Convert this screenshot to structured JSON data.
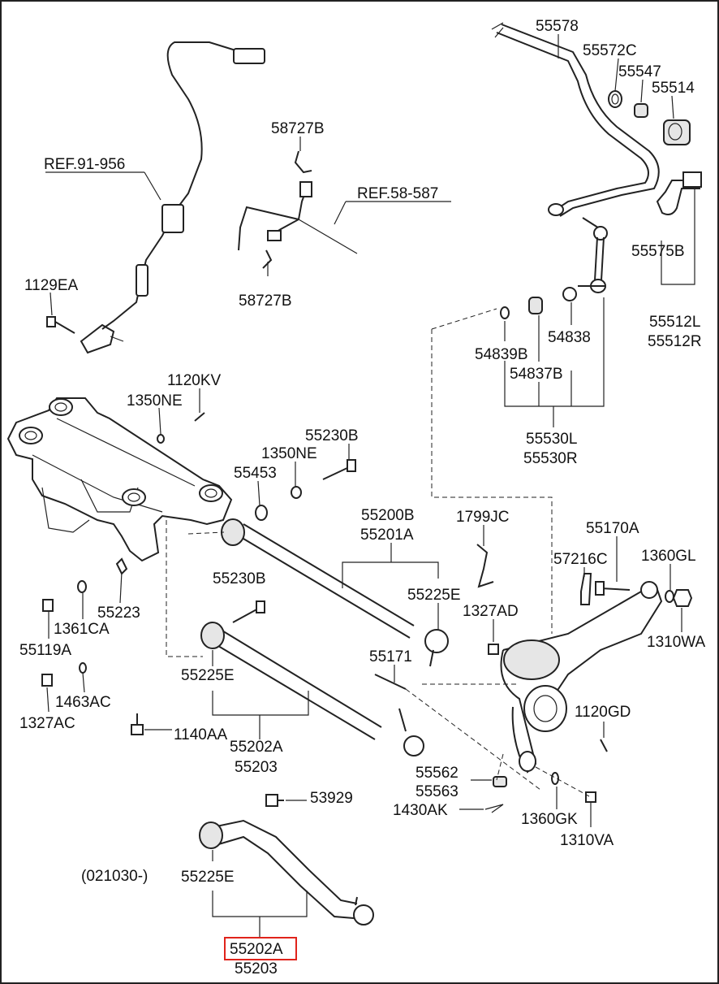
{
  "labels": {
    "p55578": "55578",
    "p55572c": "55572C",
    "p55547": "55547",
    "p55514": "55514",
    "p55575b": "55575B",
    "p55512l": "55512L",
    "p55512r": "55512R",
    "p54839b": "54839B",
    "p54837b": "54837B",
    "p54838": "54838",
    "p55530l": "55530L",
    "p55530r": "55530R",
    "ref91956": "REF.91-956",
    "ref58587": "REF.58-587",
    "p58727b_top": "58727B",
    "p58727b_bot": "58727B",
    "p1129ea": "1129EA",
    "p1120kv": "1120KV",
    "p1350ne_a": "1350NE",
    "p1350ne_b": "1350NE",
    "p55230b_a": "55230B",
    "p55230b_b": "55230B",
    "p55453": "55453",
    "p55200b": "55200B",
    "p55201a": "55201A",
    "p1799jc": "1799JC",
    "p55225e_a": "55225E",
    "p55225e_b": "55225E",
    "p55225e_c": "55225E",
    "p55170a": "55170A",
    "p57216c": "57216C",
    "p1360gl": "1360GL",
    "p1310wa": "1310WA",
    "p1327ad": "1327AD",
    "p55171": "55171",
    "p55223": "55223",
    "p1361ca": "1361CA",
    "p55119a": "55119A",
    "p1463ac": "1463AC",
    "p1327ac": "1327AC",
    "p1140aa": "1140AA",
    "p55202a_a": "55202A",
    "p55203_a": "55203",
    "p1120gd": "1120GD",
    "p55562": "55562",
    "p55563": "55563",
    "p1430ak": "1430AK",
    "p53929": "53929",
    "p1360gk": "1360GK",
    "p1310va": "1310VA",
    "date_note": "(021030-)",
    "p55202a_b": "55202A",
    "p55203_b": "55203"
  },
  "highlight": {
    "label": "55202A",
    "color": "#e0231b"
  }
}
